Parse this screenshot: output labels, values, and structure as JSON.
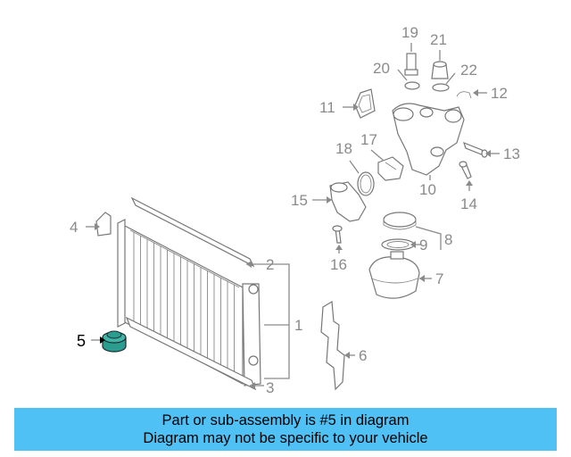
{
  "callouts": [
    "1",
    "2",
    "3",
    "4",
    "5",
    "6",
    "7",
    "8",
    "9",
    "10",
    "11",
    "12",
    "13",
    "14",
    "15",
    "16",
    "17",
    "18",
    "19",
    "20",
    "21",
    "22"
  ],
  "highlight_part": "5",
  "colors": {
    "banner": "#4fc1f5",
    "highlight": "#2a9d8f",
    "line": "#8a8a8a"
  },
  "banner": {
    "line1": "Part or sub-assembly is #5 in diagram",
    "line2": "Diagram may not be specific to your vehicle"
  }
}
